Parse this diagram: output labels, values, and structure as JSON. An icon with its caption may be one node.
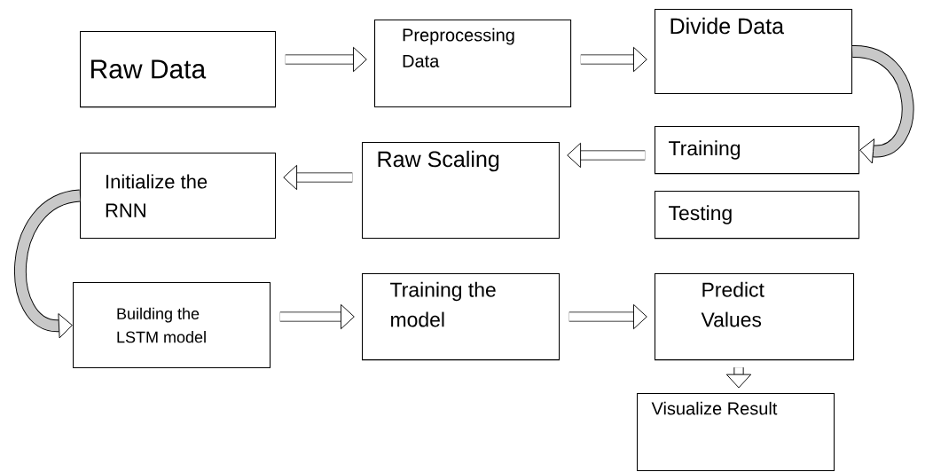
{
  "diagram": {
    "nodes": [
      {
        "text": [
          "Raw Data"
        ]
      },
      {
        "text": [
          "Preprocessing Data"
        ]
      },
      {
        "text": [
          "Divide Data"
        ]
      },
      {
        "text": [
          "Training"
        ]
      },
      {
        "text": [
          "Testing"
        ]
      },
      {
        "text": [
          "Raw Scaling"
        ]
      },
      {
        "text": [
          "Initialize the RNN"
        ]
      },
      {
        "text": [
          "Building the LSTM model"
        ]
      },
      {
        "text": [
          "Training the model"
        ]
      },
      {
        "text": [
          "Predict Values"
        ]
      },
      {
        "text": [
          "Visualize Result"
        ]
      }
    ],
    "edges": [
      {
        "from": 0,
        "to": 1,
        "arrow": "to"
      },
      {
        "from": 1,
        "to": 2,
        "arrow": "to"
      },
      {
        "from": 2,
        "to": 3,
        "arrow": "to"
      },
      {
        "from": 3,
        "to": 5,
        "arrow": "to"
      },
      {
        "from": 5,
        "to": 6,
        "arrow": "to"
      },
      {
        "from": 6,
        "to": 7,
        "arrow": "to"
      },
      {
        "from": 7,
        "to": 8,
        "arrow": "to"
      },
      {
        "from": 8,
        "to": 9,
        "arrow": "to"
      },
      {
        "from": 9,
        "to": 10,
        "arrow": "to"
      }
    ]
  }
}
